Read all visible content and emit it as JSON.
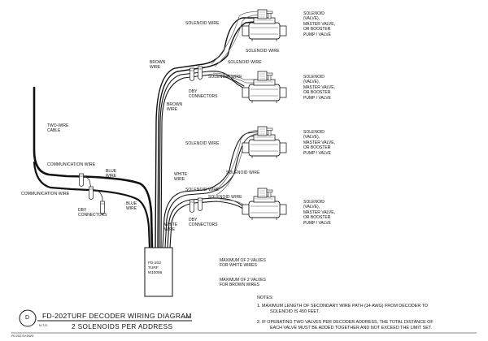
{
  "labels": {
    "two_wire_cable": [
      "TWO-WIRE",
      "CABLE"
    ],
    "communication_wire_1": "COMMUNICATION WIRE",
    "communication_wire_2": "COMMUNICATION WIRE",
    "blue_wire_1": [
      "BLUE",
      "WIRE"
    ],
    "blue_wire_2": [
      "BLUE",
      "WIRE"
    ],
    "dby_connectors_left": [
      "DBY",
      "CONNECTORS"
    ],
    "brown_wire_top": [
      "BROWN",
      "WIRE"
    ],
    "brown_wire_mid": [
      "BROWN",
      "WIRE"
    ],
    "white_wire_mid": [
      "WHITE",
      "WIRE"
    ],
    "white_wire_low": [
      "WHITE",
      "WIRE"
    ],
    "dby_connectors_top": [
      "DBY",
      "CONNECTORS"
    ],
    "dby_connectors_bottom": [
      "DBY",
      "CONNECTORS"
    ],
    "solenoid_wire": "SOLENOID WIRE"
  },
  "solenoid_note": [
    "SOLENOID",
    "(VALVE),",
    "MASTER VALVE,",
    "OR BOOSTER",
    "PUMP / VALVE"
  ],
  "decoder_box": [
    "FD-202",
    "TURF",
    "M10005"
  ],
  "limits": {
    "white": [
      "MAXIMUM OF 2 VALVES",
      "FOR WHITE WIRES"
    ],
    "brown": [
      "MAXIMUM OF 2 VALVES",
      "FOR BROWN WIRES"
    ]
  },
  "notes": {
    "heading": "NOTES:",
    "note1": [
      "1.  MAXIMUM LENGTH OF SECONDARY WIRE PATH (14 AWG) FROM DECODER TO",
      "SOLENOID IS 450 FEET."
    ],
    "note2": [
      "2.  IF OPERATING TWO VALVES PER DECODER ADDRESS, THE TOTAL DISTANCE OF",
      "EACH VALVE MUST BE ADDED TOGETHER AND NOT EXCEED THE LIMIT SET."
    ]
  },
  "title_block": {
    "letter": "D",
    "main": "FD-202TURF DECODER WIRING DIAGRAM",
    "sub": "2 SOLENOIDS PER ADDRESS",
    "scale": "N.T.S.",
    "date": "1-20-04",
    "drawing_id": "FD-202-SV.DWG"
  }
}
